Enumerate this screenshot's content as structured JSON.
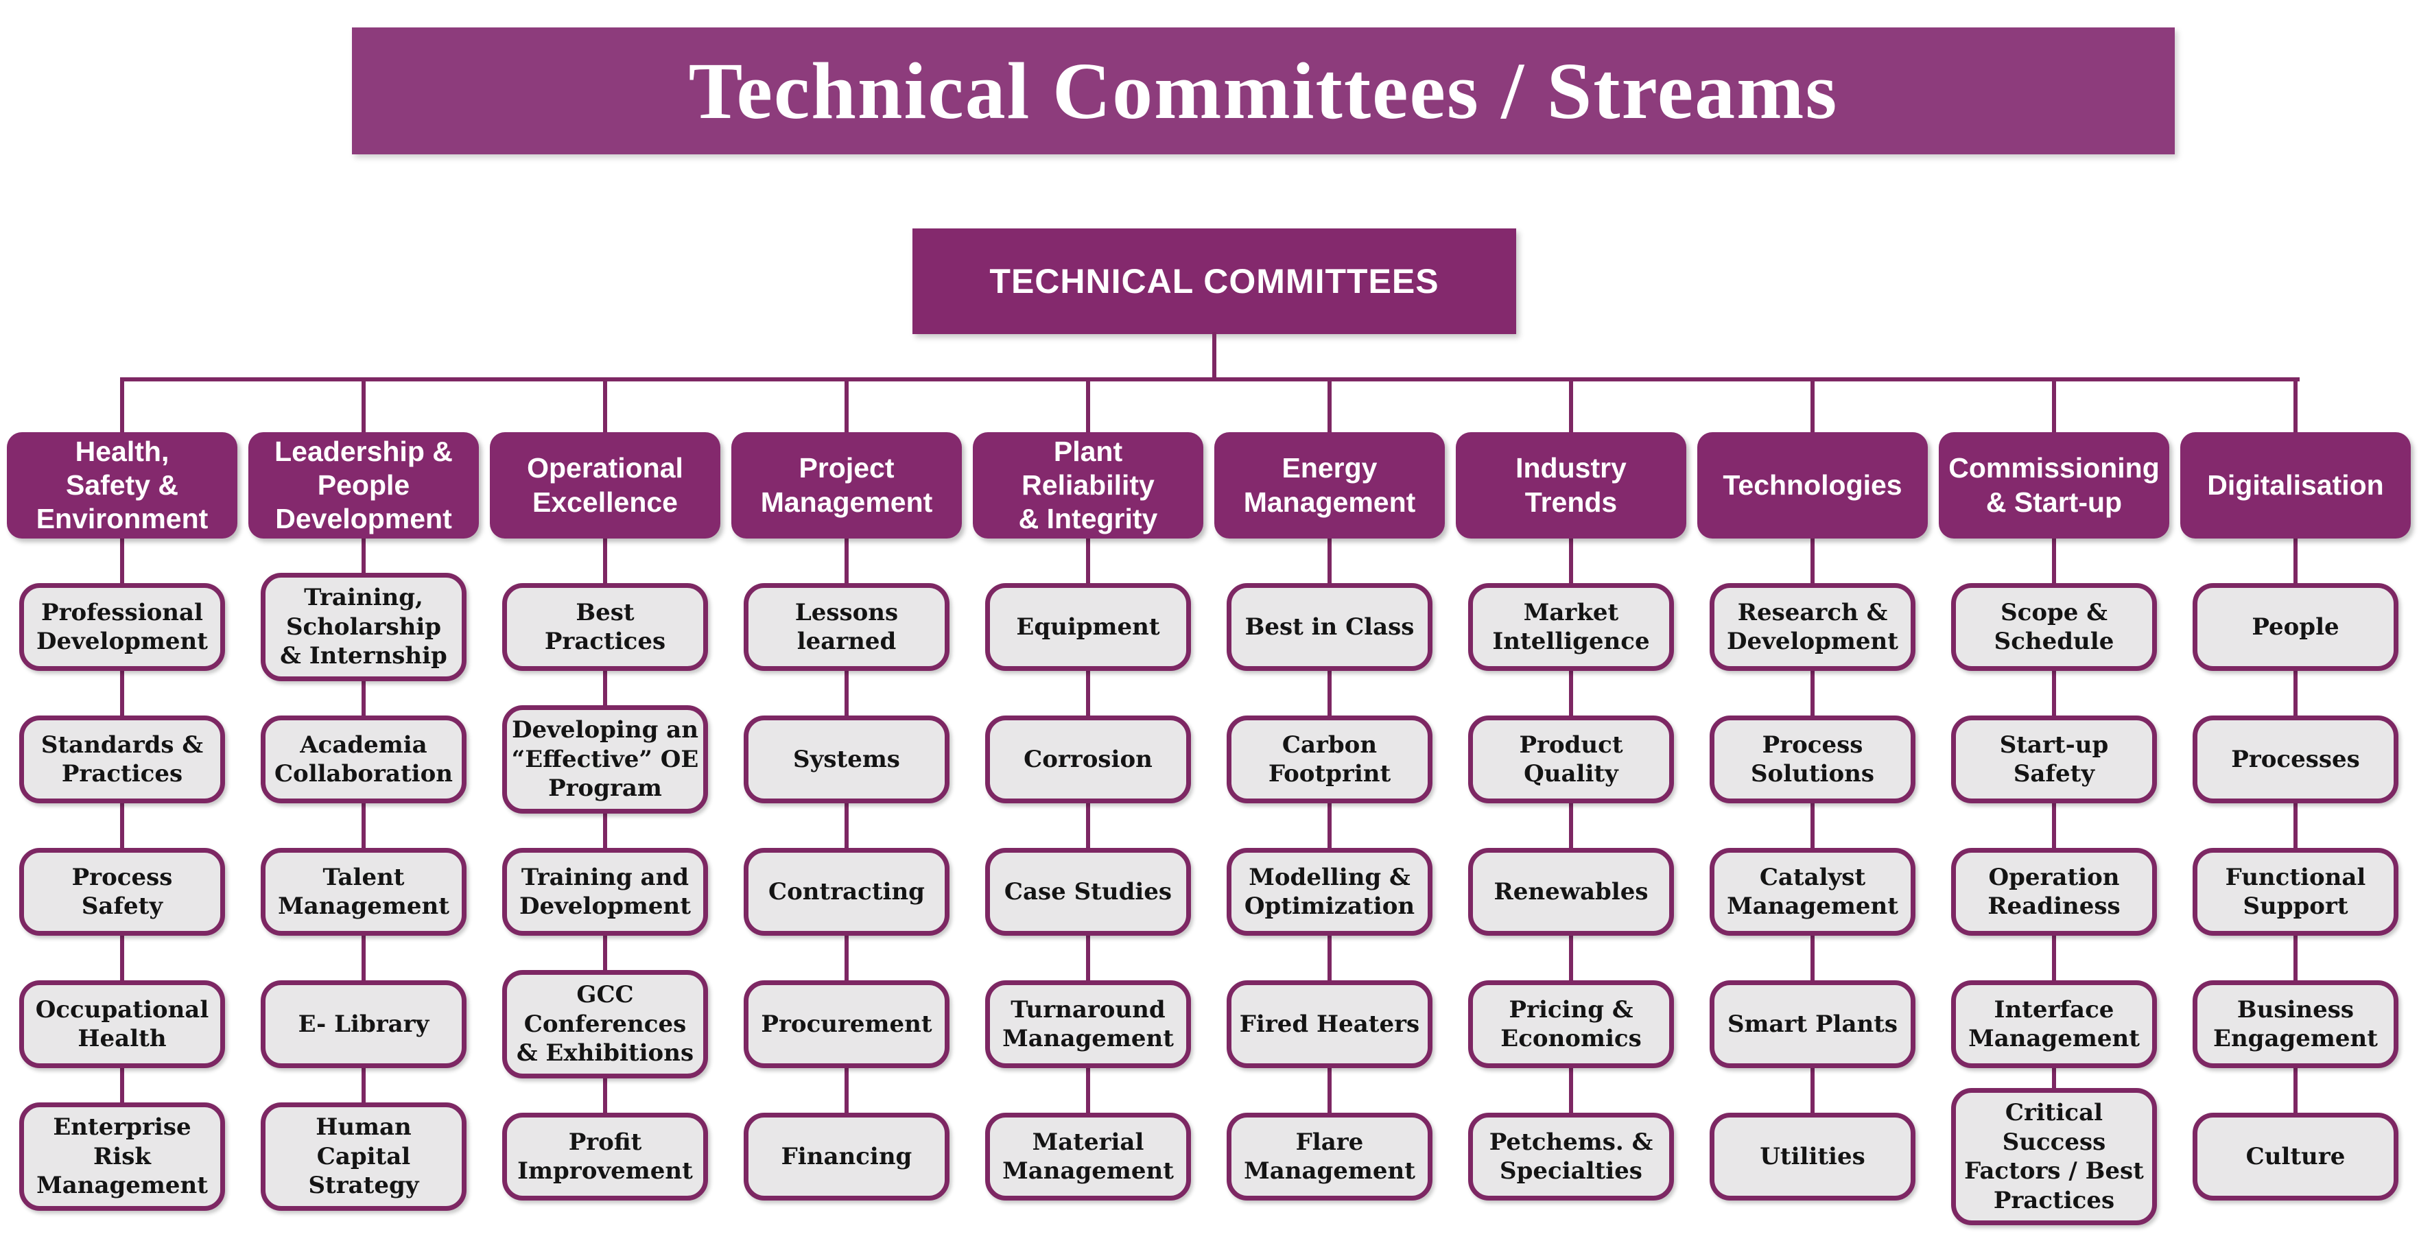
{
  "title_banner": {
    "text": "Technical Committees / Streams"
  },
  "root": {
    "label": "TECHNICAL COMMITTEES"
  },
  "colors": {
    "banner_bg": "#8D3C7C",
    "node_purple": "#84296D",
    "line_purple": "#7D2763",
    "child_bg": "#E8E7E8",
    "child_border": "#7D2763",
    "text_on_purple": "#FFFFFF",
    "child_text": "#141414"
  },
  "columns": [
    {
      "header": "Health,\nSafety &\nEnvironment",
      "items": [
        "Professional\nDevelopment",
        "Standards &\nPractices",
        "Process\nSafety",
        "Occupational\nHealth",
        "Enterprise\nRisk\nManagement"
      ]
    },
    {
      "header": "Leadership &\nPeople\nDevelopment",
      "items": [
        "Training,\nScholarship\n& Internship",
        "Academia\nCollaboration",
        "Talent\nManagement",
        "E- Library",
        "Human\nCapital\nStrategy"
      ]
    },
    {
      "header": "Operational\nExcellence",
      "items": [
        "Best\nPractices",
        "Developing an\n“Effective” OE\nProgram",
        "Training and\nDevelopment",
        "GCC\nConferences\n& Exhibitions",
        "Profit\nImprovement"
      ]
    },
    {
      "header": "Project\nManagement",
      "items": [
        "Lessons\nlearned",
        "Systems",
        "Contracting",
        "Procurement",
        "Financing"
      ]
    },
    {
      "header": "Plant\nReliability\n& Integrity",
      "items": [
        "Equipment",
        "Corrosion",
        "Case Studies",
        "Turnaround\nManagement",
        "Material\nManagement"
      ]
    },
    {
      "header": "Energy\nManagement",
      "items": [
        "Best in Class",
        "Carbon\nFootprint",
        "Modelling &\nOptimization",
        "Fired Heaters",
        "Flare\nManagement"
      ]
    },
    {
      "header": "Industry\nTrends",
      "items": [
        "Market\nIntelligence",
        "Product\nQuality",
        "Renewables",
        "Pricing &\nEconomics",
        "Petchems. &\nSpecialties"
      ]
    },
    {
      "header": "Technologies",
      "items": [
        "Research &\nDevelopment",
        "Process\nSolutions",
        "Catalyst\nManagement",
        "Smart Plants",
        "Utilities"
      ]
    },
    {
      "header": "Commissioning\n& Start-up",
      "items": [
        "Scope &\nSchedule",
        "Start-up\nSafety",
        "Operation\nReadiness",
        "Interface\nManagement",
        "Critical\nSuccess\nFactors / Best\nPractices"
      ]
    },
    {
      "header": "Digitalisation",
      "items": [
        "People",
        "Processes",
        "Functional\nSupport",
        "Business\nEngagement",
        "Culture"
      ]
    }
  ]
}
